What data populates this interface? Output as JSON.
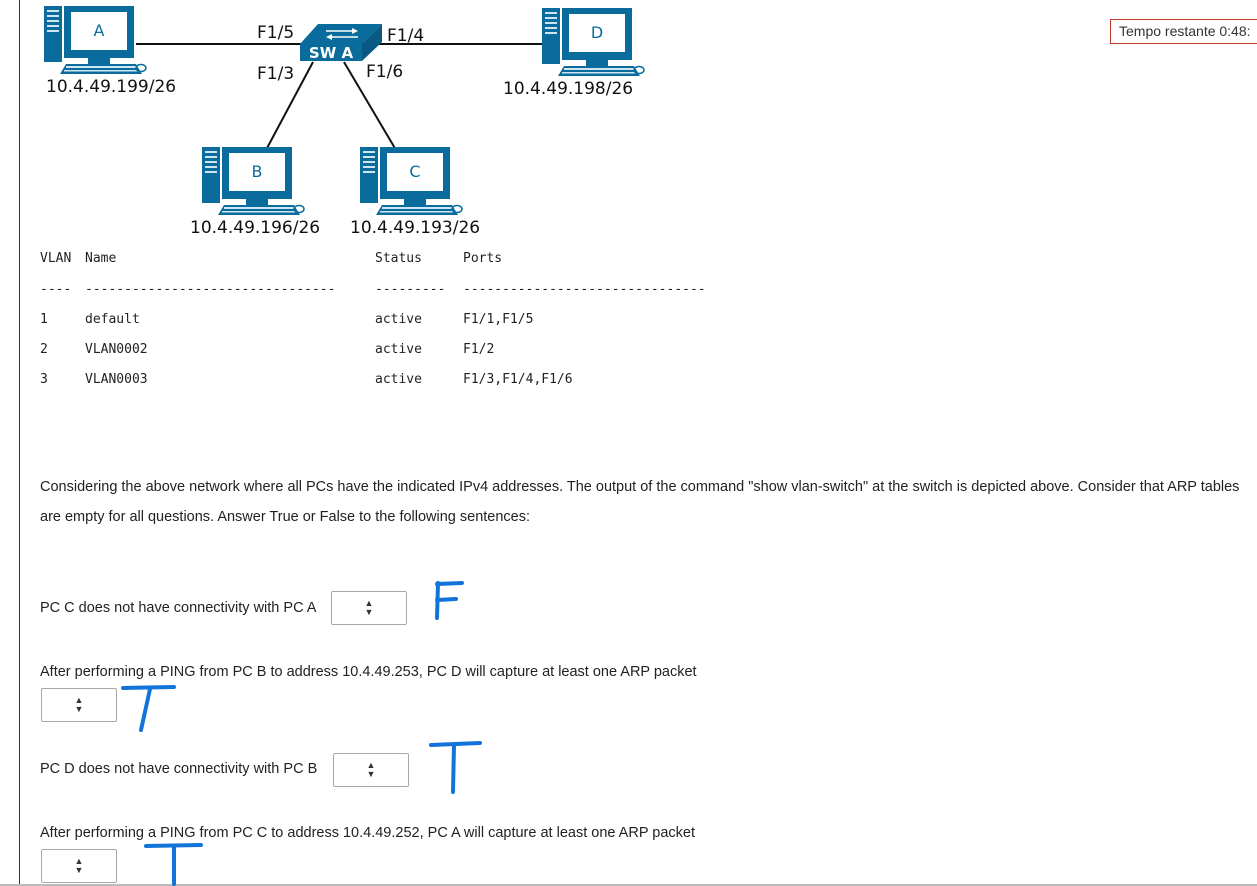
{
  "timer": {
    "text": "Tempo restante 0:48:"
  },
  "diagram": {
    "switch_label": "SW A",
    "ports": {
      "f15": "F1/5",
      "f14": "F1/4",
      "f13": "F1/3",
      "f16": "F1/6"
    },
    "pcs": [
      {
        "letter": "A",
        "ip": "10.4.49.199/26"
      },
      {
        "letter": "D",
        "ip": "10.4.49.198/26"
      },
      {
        "letter": "B",
        "ip": "10.4.49.196/26"
      },
      {
        "letter": "C",
        "ip": "10.4.49.193/26"
      }
    ]
  },
  "vlan_table": {
    "headers": {
      "vlan": "VLAN",
      "name": "Name",
      "status": "Status",
      "ports": "Ports"
    },
    "separator": {
      "vlan": "----",
      "name": "--------------------------------",
      "status": "---------",
      "ports": "-------------------------------"
    },
    "rows": [
      {
        "vlan": "1",
        "name": "default",
        "status": "active",
        "ports": "F1/1,F1/5"
      },
      {
        "vlan": "2",
        "name": "VLAN0002",
        "status": "active",
        "ports": "F1/2"
      },
      {
        "vlan": "3",
        "name": "VLAN0003",
        "status": "active",
        "ports": "F1/3,F1/4,F1/6"
      }
    ]
  },
  "description": "Considering the above network where all PCs have the indicated IPv4 addresses. The output of the command \"show vlan-switch\" at the switch is depicted above. Consider that ARP tables are empty for all questions. Answer True or False to the following sentences:",
  "questions": [
    {
      "text": "PC C does not have connectivity with PC A",
      "selected": "",
      "annotation": "F"
    },
    {
      "text": "After performing a PING from PC B to address 10.4.49.253, PC D will capture at least one ARP packet",
      "selected": "",
      "annotation": "T"
    },
    {
      "text": "PC D does not have connectivity with PC B",
      "selected": "",
      "annotation": "T"
    },
    {
      "text": "After performing a PING from PC C to address 10.4.49.252, PC A will capture at least one ARP packet",
      "selected": "",
      "annotation": "T"
    }
  ],
  "colors": {
    "pc_blue": "#0a6c9c",
    "ink_blue": "#1273d9",
    "timer_border": "#c0392b"
  },
  "icons": {
    "select_arrow": "sort-arrows-icon",
    "pc": "desktop-computer-icon",
    "switch": "switch-icon"
  }
}
